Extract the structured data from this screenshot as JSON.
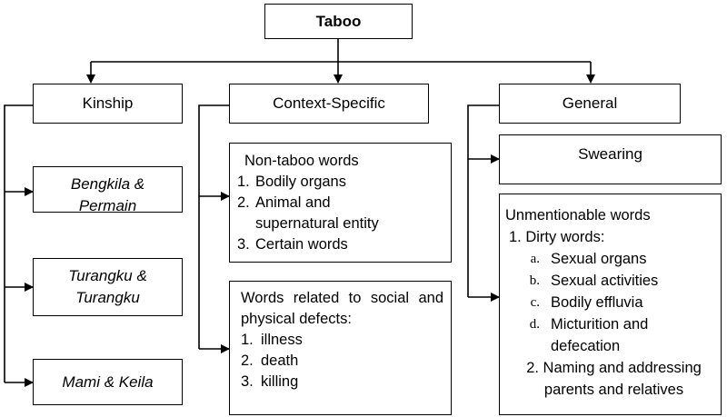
{
  "root": {
    "label": "Taboo"
  },
  "kinship": {
    "label": "Kinship",
    "items": [
      {
        "line1": "Bengkila &",
        "line2": "Permain"
      },
      {
        "line1": "Turangku &",
        "line2": "Turangku"
      },
      {
        "line1": "Mami & Keila"
      }
    ]
  },
  "context": {
    "label": "Context-Specific",
    "box1": {
      "title": "Non-taboo words",
      "items": [
        {
          "num": "1.",
          "text": "Bodily organs"
        },
        {
          "num": "2.",
          "text": "Animal and supernatural entity"
        },
        {
          "num": "3.",
          "text": "Certain words"
        }
      ]
    },
    "box2": {
      "title": "Words related to social and physical defects:",
      "items": [
        {
          "num": "1.",
          "text": "illness"
        },
        {
          "num": "2.",
          "text": "death"
        },
        {
          "num": "3.",
          "text": "killing"
        }
      ]
    }
  },
  "general": {
    "label": "General",
    "swearing": "Swearing",
    "unmentionable": {
      "title": "Unmentionable words",
      "item1": "1. Dirty words:",
      "subitems": [
        {
          "num": "a.",
          "text": "Sexual organs"
        },
        {
          "num": "b.",
          "text": "Sexual activities"
        },
        {
          "num": "c.",
          "text": "Bodily effluvia"
        },
        {
          "num": "d.",
          "text": "Micturition and defecation"
        }
      ],
      "item2": "2. Naming and addressing parents and relatives"
    }
  }
}
